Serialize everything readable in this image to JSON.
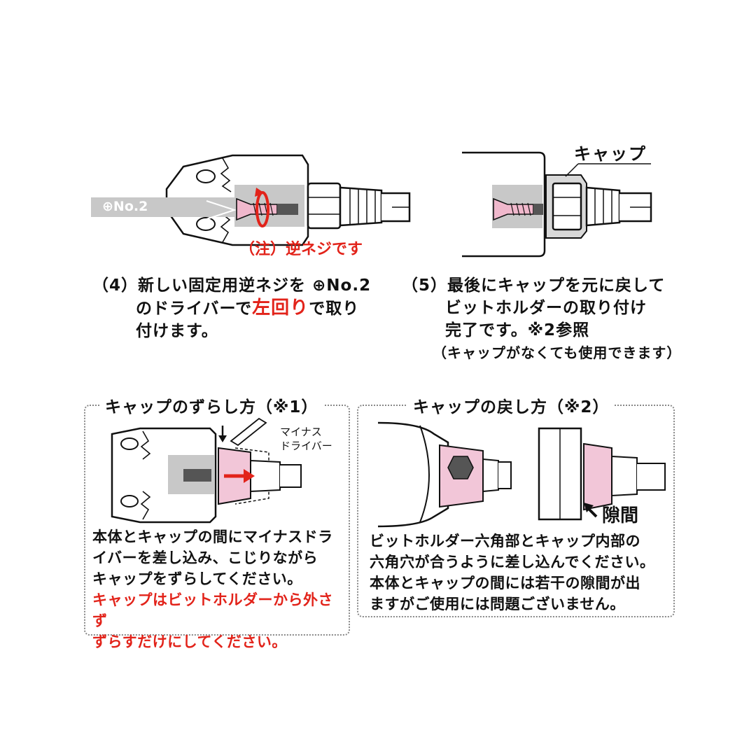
{
  "step4": {
    "number": "（4）",
    "line1": "新しい固定用逆ネジを ⊕No.2",
    "line2_a": "のドライバーで",
    "line2_red": "左回り",
    "line2_b": "で取り",
    "line3": "付けます。",
    "bit_label": "⊕No.2",
    "note": "（注）逆ネジです"
  },
  "step5": {
    "number": "（5）",
    "line1": "最後にキャップを元に戻して",
    "line2": "ビットホルダーの取り付け",
    "line3": "完了です。※2参照",
    "line4": "（キャップがなくても使用できます）",
    "cap_label": "キャップ"
  },
  "box1": {
    "title": "キャップのずらし方（※1）",
    "driver_label_1": "マイナス",
    "driver_label_2": "ドライバー",
    "text1": "本体とキャップの間にマイナスドラ",
    "text2": "イバーを差し込み、こじりながら",
    "text3": "キャップをずらしてください。",
    "red1": "キャップはビットホルダーから外さず",
    "red2": "ずらすだけにしてください。"
  },
  "box2": {
    "title": "キャップの戻し方（※2）",
    "gap_label": "隙間",
    "text1": "ビットホルダー六角部とキャップ内部の",
    "text2": "六角穴が合うように差し込んでください。",
    "text3": "本体とキャップの間には若干の隙間が出",
    "text4": "ますがご使用には問題ございません。"
  },
  "colors": {
    "accent_red": "#e2231a",
    "cap_pink": "#f2c6d8",
    "screw_pink": "#f0b8cc",
    "gray_fill": "#c8c8c8"
  }
}
